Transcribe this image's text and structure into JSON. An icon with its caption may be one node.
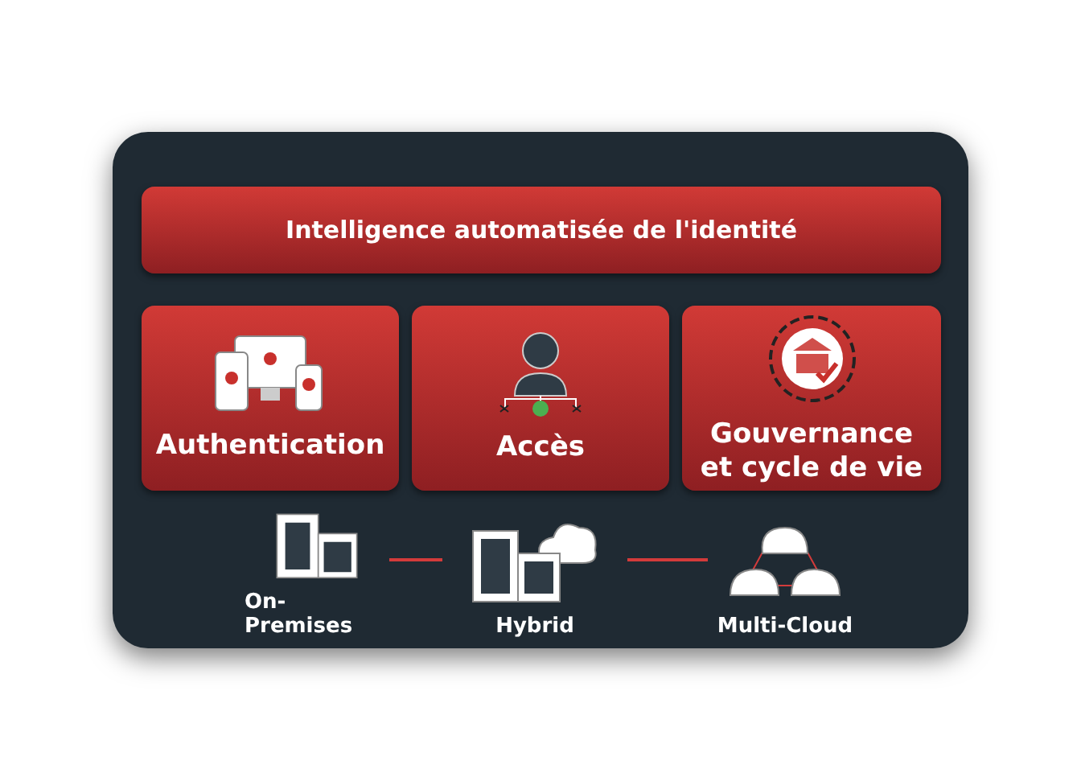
{
  "diagram": {
    "nodes": [
      {
        "text": [
          "Intelligence automatisée de l'identité"
        ]
      },
      {
        "text": [
          "Authentication"
        ]
      },
      {
        "text": [
          "Accès"
        ]
      },
      {
        "text": [
          "Gouvernance et cycle de vie"
        ]
      },
      {
        "text": [
          "On-Premises"
        ]
      },
      {
        "text": [
          "Hybrid"
        ]
      },
      {
        "text": [
          "Multi-Cloud"
        ]
      }
    ],
    "edges": [
      {
        "from": 4,
        "to": 5,
        "arrow": "none"
      },
      {
        "from": 5,
        "to": 6,
        "arrow": "none"
      }
    ]
  }
}
